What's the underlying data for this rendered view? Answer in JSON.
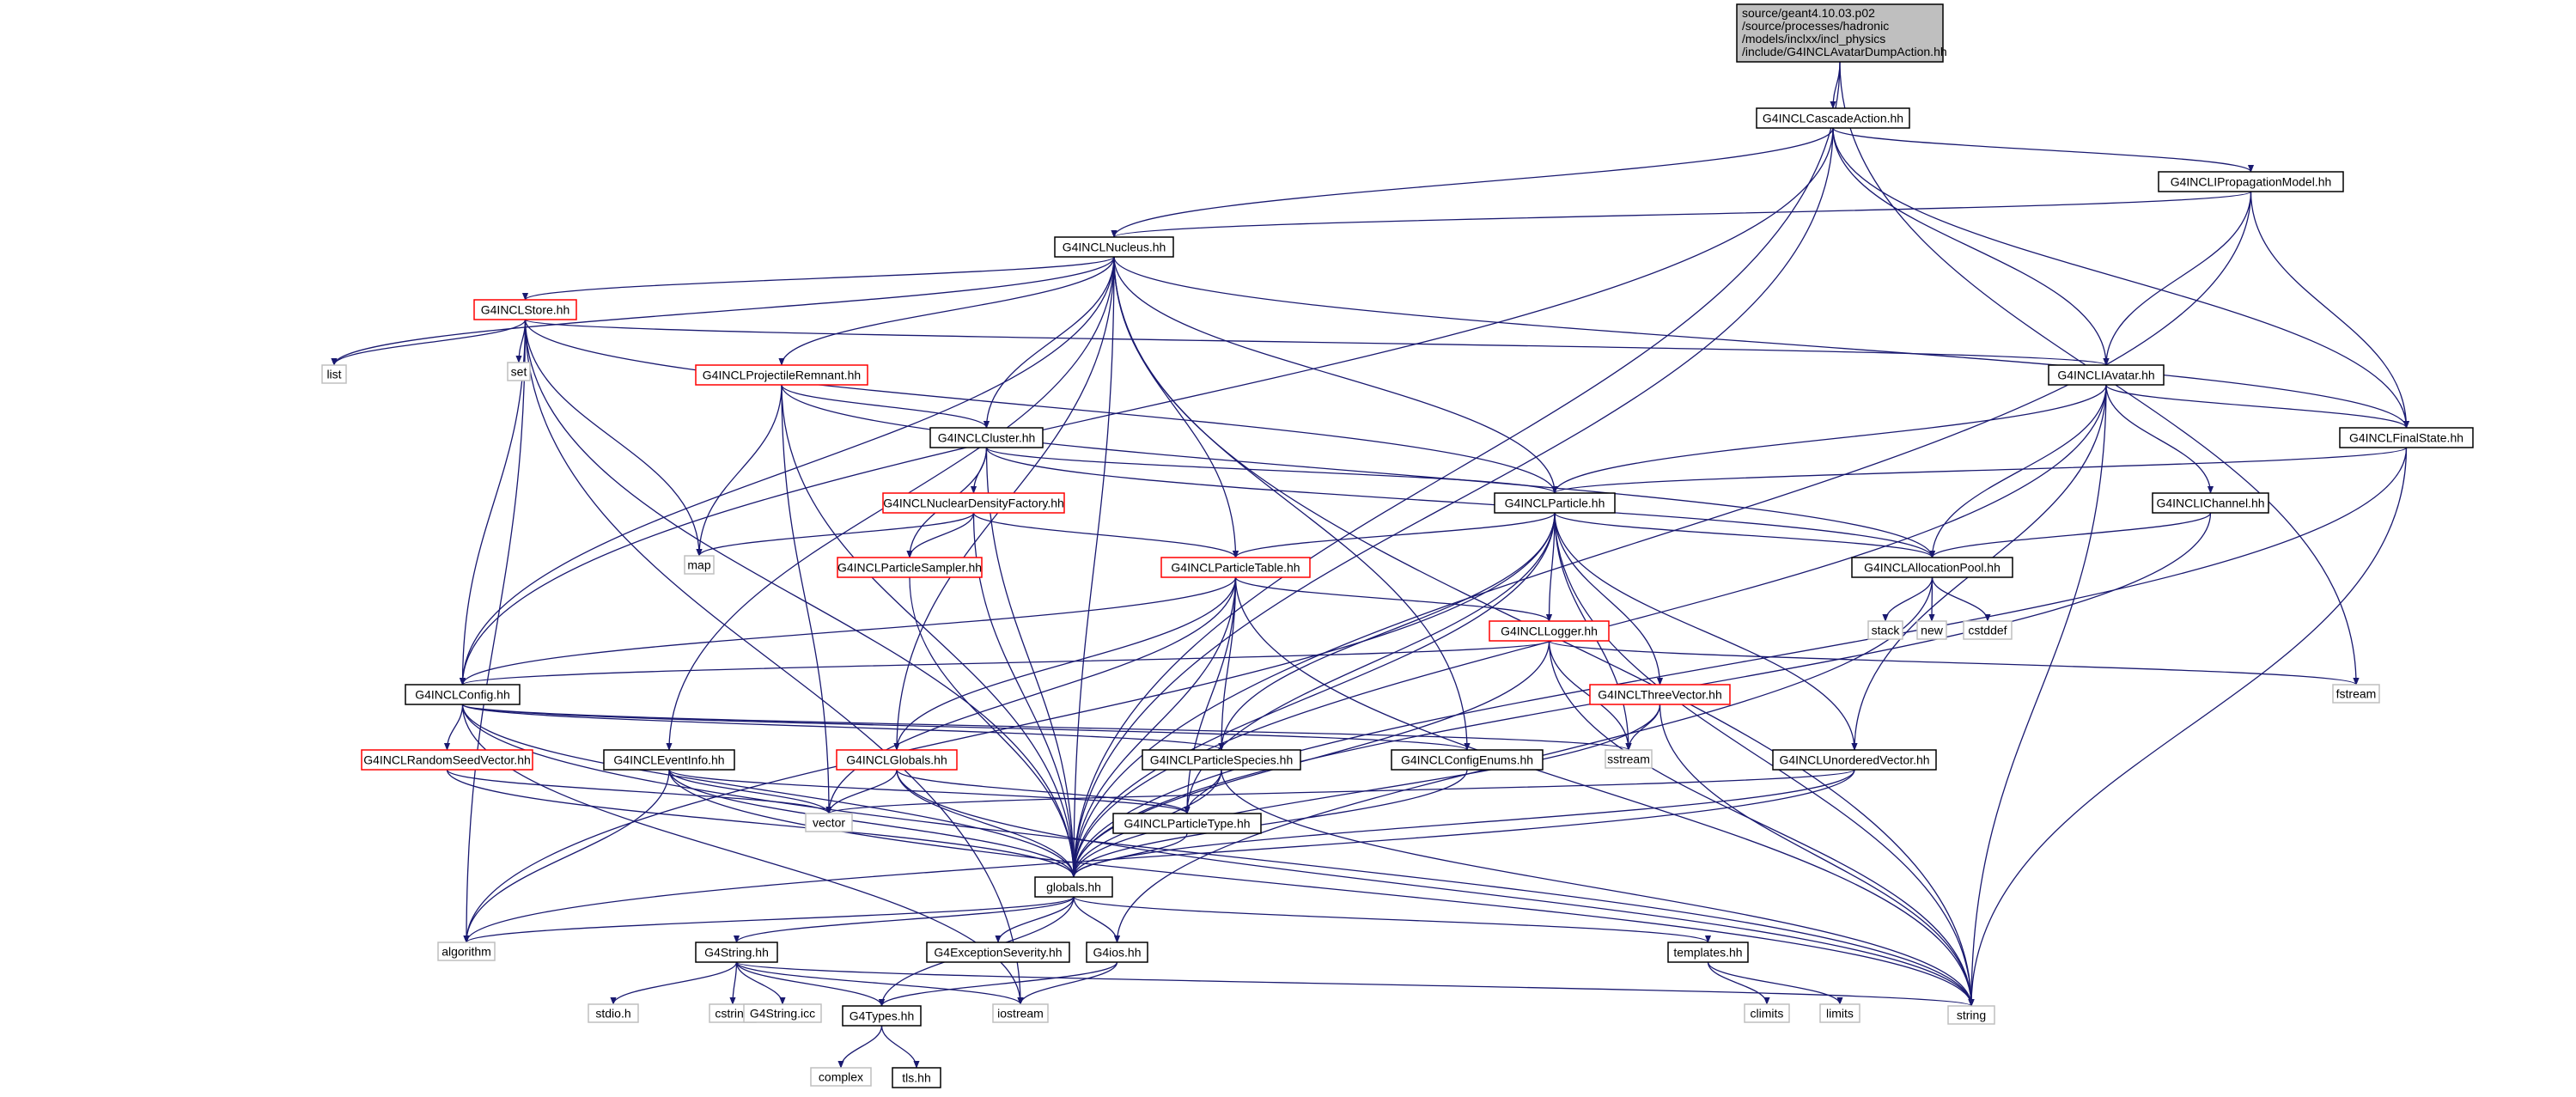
{
  "colors": {
    "edge": "#191970",
    "node_border_black": "#000000",
    "node_border_red": "#ff0000",
    "node_border_gray": "#bfbfbf",
    "root_fill": "#bfbfbf",
    "node_fill": "#ffffff"
  },
  "nodes": [
    {
      "id": "root",
      "lines": [
        "source/geant4.10.03.p02",
        "/source/processes/hadronic",
        "/models/inclxx/incl_physics",
        "/include/G4INCLAvatarDumpAction.hh"
      ],
      "style": "root"
    },
    {
      "id": "cascade",
      "lines": [
        "G4INCLCascadeAction.hh"
      ],
      "style": "black"
    },
    {
      "id": "propmodel",
      "lines": [
        "G4INCLIPropagationModel.hh"
      ],
      "style": "black"
    },
    {
      "id": "nucleus",
      "lines": [
        "G4INCLNucleus.hh"
      ],
      "style": "black"
    },
    {
      "id": "store",
      "lines": [
        "G4INCLStore.hh"
      ],
      "style": "red"
    },
    {
      "id": "list",
      "lines": [
        "list"
      ],
      "style": "gray"
    },
    {
      "id": "set",
      "lines": [
        "set"
      ],
      "style": "gray"
    },
    {
      "id": "projrem",
      "lines": [
        "G4INCLProjectileRemnant.hh"
      ],
      "style": "red"
    },
    {
      "id": "iavatar",
      "lines": [
        "G4INCLIAvatar.hh"
      ],
      "style": "black"
    },
    {
      "id": "cluster",
      "lines": [
        "G4INCLCluster.hh"
      ],
      "style": "black"
    },
    {
      "id": "finalstate",
      "lines": [
        "G4INCLFinalState.hh"
      ],
      "style": "black"
    },
    {
      "id": "nucdens",
      "lines": [
        "G4INCLNuclearDensityFactory.hh"
      ],
      "style": "red"
    },
    {
      "id": "particle",
      "lines": [
        "G4INCLParticle.hh"
      ],
      "style": "black"
    },
    {
      "id": "ichannel",
      "lines": [
        "G4INCLIChannel.hh"
      ],
      "style": "black"
    },
    {
      "id": "map",
      "lines": [
        "map"
      ],
      "style": "gray"
    },
    {
      "id": "psampler",
      "lines": [
        "G4INCLParticleSampler.hh"
      ],
      "style": "red"
    },
    {
      "id": "ptable",
      "lines": [
        "G4INCLParticleTable.hh"
      ],
      "style": "red"
    },
    {
      "id": "allocpool",
      "lines": [
        "G4INCLAllocationPool.hh"
      ],
      "style": "black"
    },
    {
      "id": "stack",
      "lines": [
        "stack"
      ],
      "style": "gray"
    },
    {
      "id": "new",
      "lines": [
        "new"
      ],
      "style": "gray"
    },
    {
      "id": "cstddef",
      "lines": [
        "cstddef"
      ],
      "style": "gray"
    },
    {
      "id": "logger",
      "lines": [
        "G4INCLLogger.hh"
      ],
      "style": "red"
    },
    {
      "id": "config",
      "lines": [
        "G4INCLConfig.hh"
      ],
      "style": "black"
    },
    {
      "id": "fstream",
      "lines": [
        "fstream"
      ],
      "style": "gray"
    },
    {
      "id": "threevec",
      "lines": [
        "G4INCLThreeVector.hh"
      ],
      "style": "red"
    },
    {
      "id": "sstream",
      "lines": [
        "sstream"
      ],
      "style": "gray"
    },
    {
      "id": "rseed",
      "lines": [
        "G4INCLRandomSeedVector.hh"
      ],
      "style": "red"
    },
    {
      "id": "eventinfo",
      "lines": [
        "G4INCLEventInfo.hh"
      ],
      "style": "black"
    },
    {
      "id": "g4globals",
      "lines": [
        "G4INCLGlobals.hh"
      ],
      "style": "red"
    },
    {
      "id": "pspecies",
      "lines": [
        "G4INCLParticleSpecies.hh"
      ],
      "style": "black"
    },
    {
      "id": "configenums",
      "lines": [
        "G4INCLConfigEnums.hh"
      ],
      "style": "black"
    },
    {
      "id": "unordvec",
      "lines": [
        "G4INCLUnorderedVector.hh"
      ],
      "style": "black"
    },
    {
      "id": "vector",
      "lines": [
        "vector"
      ],
      "style": "gray"
    },
    {
      "id": "ptype",
      "lines": [
        "G4INCLParticleType.hh"
      ],
      "style": "black"
    },
    {
      "id": "globals",
      "lines": [
        "globals.hh"
      ],
      "style": "black"
    },
    {
      "id": "algorithm",
      "lines": [
        "algorithm"
      ],
      "style": "gray"
    },
    {
      "id": "g4string",
      "lines": [
        "G4String.hh"
      ],
      "style": "black"
    },
    {
      "id": "g4exc",
      "lines": [
        "G4ExceptionSeverity.hh"
      ],
      "style": "black"
    },
    {
      "id": "g4ios",
      "lines": [
        "G4ios.hh"
      ],
      "style": "black"
    },
    {
      "id": "templates",
      "lines": [
        "templates.hh"
      ],
      "style": "black"
    },
    {
      "id": "stdio",
      "lines": [
        "stdio.h"
      ],
      "style": "gray"
    },
    {
      "id": "cstring",
      "lines": [
        "cstring"
      ],
      "style": "gray"
    },
    {
      "id": "g4stringicc",
      "lines": [
        "G4String.icc"
      ],
      "style": "gray"
    },
    {
      "id": "g4types",
      "lines": [
        "G4Types.hh"
      ],
      "style": "black"
    },
    {
      "id": "iostream",
      "lines": [
        "iostream"
      ],
      "style": "gray"
    },
    {
      "id": "string",
      "lines": [
        "string"
      ],
      "style": "gray"
    },
    {
      "id": "climits",
      "lines": [
        "climits"
      ],
      "style": "gray"
    },
    {
      "id": "limits",
      "lines": [
        "limits"
      ],
      "style": "gray"
    },
    {
      "id": "complex",
      "lines": [
        "complex"
      ],
      "style": "gray"
    },
    {
      "id": "tls",
      "lines": [
        "tls.hh"
      ],
      "style": "black"
    }
  ],
  "edges": [
    [
      "root",
      "cascade"
    ],
    [
      "root",
      "globals"
    ],
    [
      "root",
      "fstream"
    ],
    [
      "cascade",
      "propmodel"
    ],
    [
      "cascade",
      "nucleus"
    ],
    [
      "cascade",
      "iavatar"
    ],
    [
      "cascade",
      "finalstate"
    ],
    [
      "cascade",
      "config"
    ],
    [
      "cascade",
      "globals"
    ],
    [
      "propmodel",
      "nucleus"
    ],
    [
      "propmodel",
      "iavatar"
    ],
    [
      "propmodel",
      "finalstate"
    ],
    [
      "propmodel",
      "globals"
    ],
    [
      "nucleus",
      "store"
    ],
    [
      "nucleus",
      "list"
    ],
    [
      "nucleus",
      "projrem"
    ],
    [
      "nucleus",
      "cluster"
    ],
    [
      "nucleus",
      "particle"
    ],
    [
      "nucleus",
      "ptable"
    ],
    [
      "nucleus",
      "config"
    ],
    [
      "nucleus",
      "eventinfo"
    ],
    [
      "nucleus",
      "g4globals"
    ],
    [
      "nucleus",
      "finalstate"
    ],
    [
      "nucleus",
      "configenums"
    ],
    [
      "nucleus",
      "string"
    ],
    [
      "nucleus",
      "globals"
    ],
    [
      "store",
      "list"
    ],
    [
      "store",
      "set"
    ],
    [
      "store",
      "map"
    ],
    [
      "store",
      "iavatar"
    ],
    [
      "store",
      "particle"
    ],
    [
      "store",
      "config"
    ],
    [
      "store",
      "algorithm"
    ],
    [
      "store",
      "globals"
    ],
    [
      "store",
      "iostream"
    ],
    [
      "projrem",
      "cluster"
    ],
    [
      "projrem",
      "map"
    ],
    [
      "projrem",
      "vector"
    ],
    [
      "projrem",
      "allocpool"
    ],
    [
      "projrem",
      "globals"
    ],
    [
      "iavatar",
      "particle"
    ],
    [
      "iavatar",
      "finalstate"
    ],
    [
      "iavatar",
      "ichannel"
    ],
    [
      "iavatar",
      "allocpool"
    ],
    [
      "iavatar",
      "unordvec"
    ],
    [
      "iavatar",
      "globals"
    ],
    [
      "iavatar",
      "string"
    ],
    [
      "cluster",
      "particle"
    ],
    [
      "cluster",
      "nucdens"
    ],
    [
      "cluster",
      "psampler"
    ],
    [
      "cluster",
      "allocpool"
    ],
    [
      "cluster",
      "globals"
    ],
    [
      "finalstate",
      "particle"
    ],
    [
      "finalstate",
      "globals"
    ],
    [
      "finalstate",
      "string"
    ],
    [
      "nucdens",
      "map"
    ],
    [
      "nucdens",
      "psampler"
    ],
    [
      "nucdens",
      "ptable"
    ],
    [
      "nucdens",
      "globals"
    ],
    [
      "particle",
      "ptable"
    ],
    [
      "particle",
      "allocpool"
    ],
    [
      "particle",
      "logger"
    ],
    [
      "particle",
      "threevec"
    ],
    [
      "particle",
      "pspecies"
    ],
    [
      "particle",
      "ptype"
    ],
    [
      "particle",
      "unordvec"
    ],
    [
      "particle",
      "sstream"
    ],
    [
      "particle",
      "algorithm"
    ],
    [
      "particle",
      "string"
    ],
    [
      "particle",
      "globals"
    ],
    [
      "ichannel",
      "allocpool"
    ],
    [
      "ichannel",
      "globals"
    ],
    [
      "psampler",
      "globals"
    ],
    [
      "ptable",
      "config"
    ],
    [
      "ptable",
      "logger"
    ],
    [
      "ptable",
      "g4globals"
    ],
    [
      "ptable",
      "pspecies"
    ],
    [
      "ptable",
      "ptype"
    ],
    [
      "ptable",
      "vector"
    ],
    [
      "ptable",
      "string"
    ],
    [
      "ptable",
      "globals"
    ],
    [
      "allocpool",
      "stack"
    ],
    [
      "allocpool",
      "new"
    ],
    [
      "allocpool",
      "cstddef"
    ],
    [
      "allocpool",
      "g4ios"
    ],
    [
      "logger",
      "config"
    ],
    [
      "logger",
      "fstream"
    ],
    [
      "logger",
      "sstream"
    ],
    [
      "logger",
      "string"
    ],
    [
      "logger",
      "globals"
    ],
    [
      "config",
      "rseed"
    ],
    [
      "config",
      "pspecies"
    ],
    [
      "config",
      "configenums"
    ],
    [
      "config",
      "sstream"
    ],
    [
      "config",
      "globals"
    ],
    [
      "config",
      "iostream"
    ],
    [
      "config",
      "string"
    ],
    [
      "threevec",
      "sstream"
    ],
    [
      "threevec",
      "string"
    ],
    [
      "threevec",
      "globals"
    ],
    [
      "rseed",
      "vector"
    ],
    [
      "rseed",
      "globals"
    ],
    [
      "eventinfo",
      "vector"
    ],
    [
      "eventinfo",
      "ptype"
    ],
    [
      "eventinfo",
      "algorithm"
    ],
    [
      "eventinfo",
      "string"
    ],
    [
      "eventinfo",
      "globals"
    ],
    [
      "g4globals",
      "vector"
    ],
    [
      "g4globals",
      "ptype"
    ],
    [
      "g4globals",
      "string"
    ],
    [
      "g4globals",
      "globals"
    ],
    [
      "pspecies",
      "ptype"
    ],
    [
      "pspecies",
      "string"
    ],
    [
      "pspecies",
      "globals"
    ],
    [
      "configenums",
      "globals"
    ],
    [
      "unordvec",
      "vector"
    ],
    [
      "unordvec",
      "algorithm"
    ],
    [
      "unordvec",
      "globals"
    ],
    [
      "ptype",
      "globals"
    ],
    [
      "globals",
      "algorithm"
    ],
    [
      "globals",
      "g4string"
    ],
    [
      "globals",
      "g4exc"
    ],
    [
      "globals",
      "g4ios"
    ],
    [
      "globals",
      "templates"
    ],
    [
      "globals",
      "g4types"
    ],
    [
      "g4string",
      "stdio"
    ],
    [
      "g4string",
      "cstring"
    ],
    [
      "g4string",
      "g4stringicc"
    ],
    [
      "g4string",
      "g4types"
    ],
    [
      "g4string",
      "iostream"
    ],
    [
      "g4string",
      "string"
    ],
    [
      "g4ios",
      "g4types"
    ],
    [
      "g4ios",
      "iostream"
    ],
    [
      "templates",
      "climits"
    ],
    [
      "templates",
      "limits"
    ],
    [
      "g4types",
      "complex"
    ],
    [
      "g4types",
      "tls"
    ]
  ]
}
